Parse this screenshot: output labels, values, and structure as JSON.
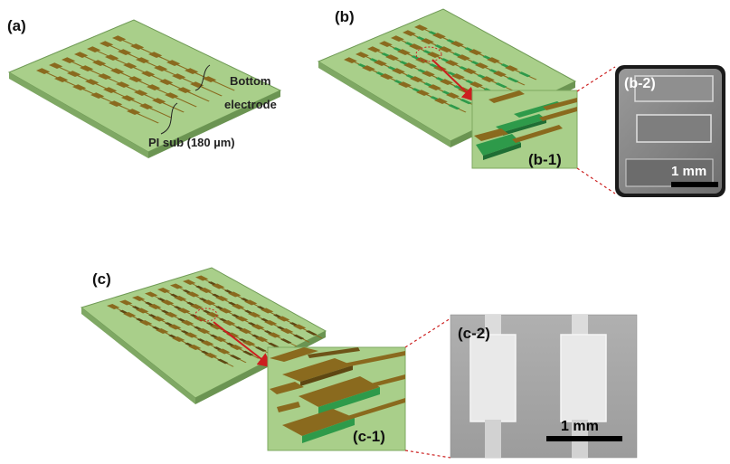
{
  "panels": {
    "a": {
      "label": "(a)",
      "annotations": {
        "electrode_line1": "Bottom",
        "electrode_line2": "electrode",
        "substrate": "PI sub (180 µm)"
      }
    },
    "b": {
      "label": "(b)",
      "inset1_label": "(b-1)",
      "inset2_label": "(b-2)",
      "scale_bar": "1 mm"
    },
    "c": {
      "label": "(c)",
      "inset1_label": "(c-1)",
      "inset2_label": "(c-2)",
      "scale_bar": "1 mm"
    }
  },
  "colors": {
    "substrate_top": "#a9cf8a",
    "substrate_side": "#7fa864",
    "electrode": "#8a6a1e",
    "electrode_dark": "#5e4712",
    "active_layer": "#2e9a4a",
    "arrow": "#cc1f1f",
    "sem_gray": "#8a8a8a"
  }
}
